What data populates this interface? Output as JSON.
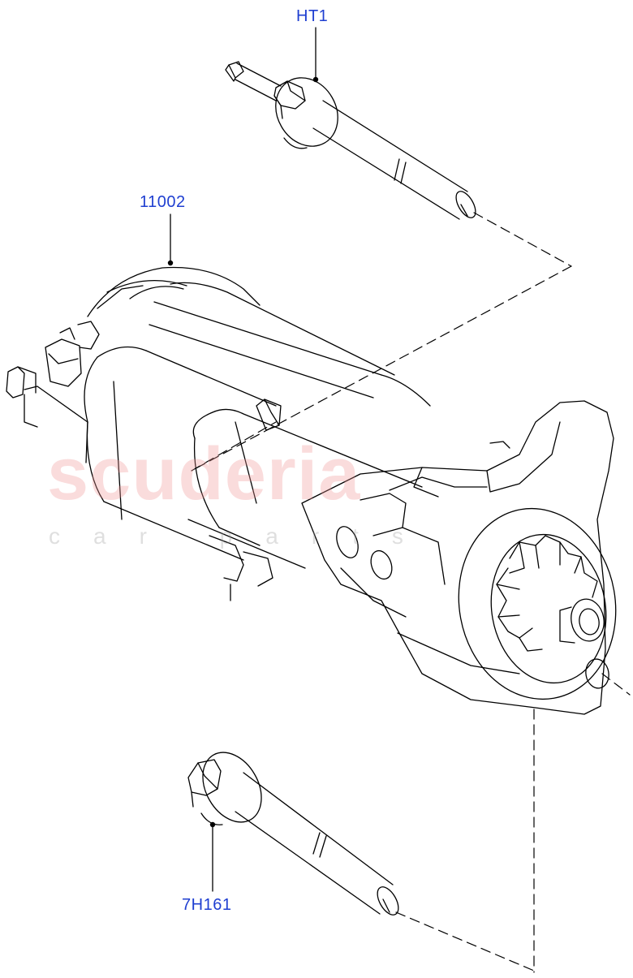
{
  "diagram": {
    "callouts": [
      {
        "id": "bolt-top",
        "label": "HT1"
      },
      {
        "id": "starter-motor",
        "label": "11002"
      },
      {
        "id": "bolt-bottom",
        "label": "7H161"
      }
    ],
    "watermark": {
      "brand": "scuderia",
      "subtitle": "car parts"
    },
    "colors": {
      "callout_text": "#1f3fd1",
      "line": "#000000",
      "watermark": "#f29a9a"
    }
  }
}
